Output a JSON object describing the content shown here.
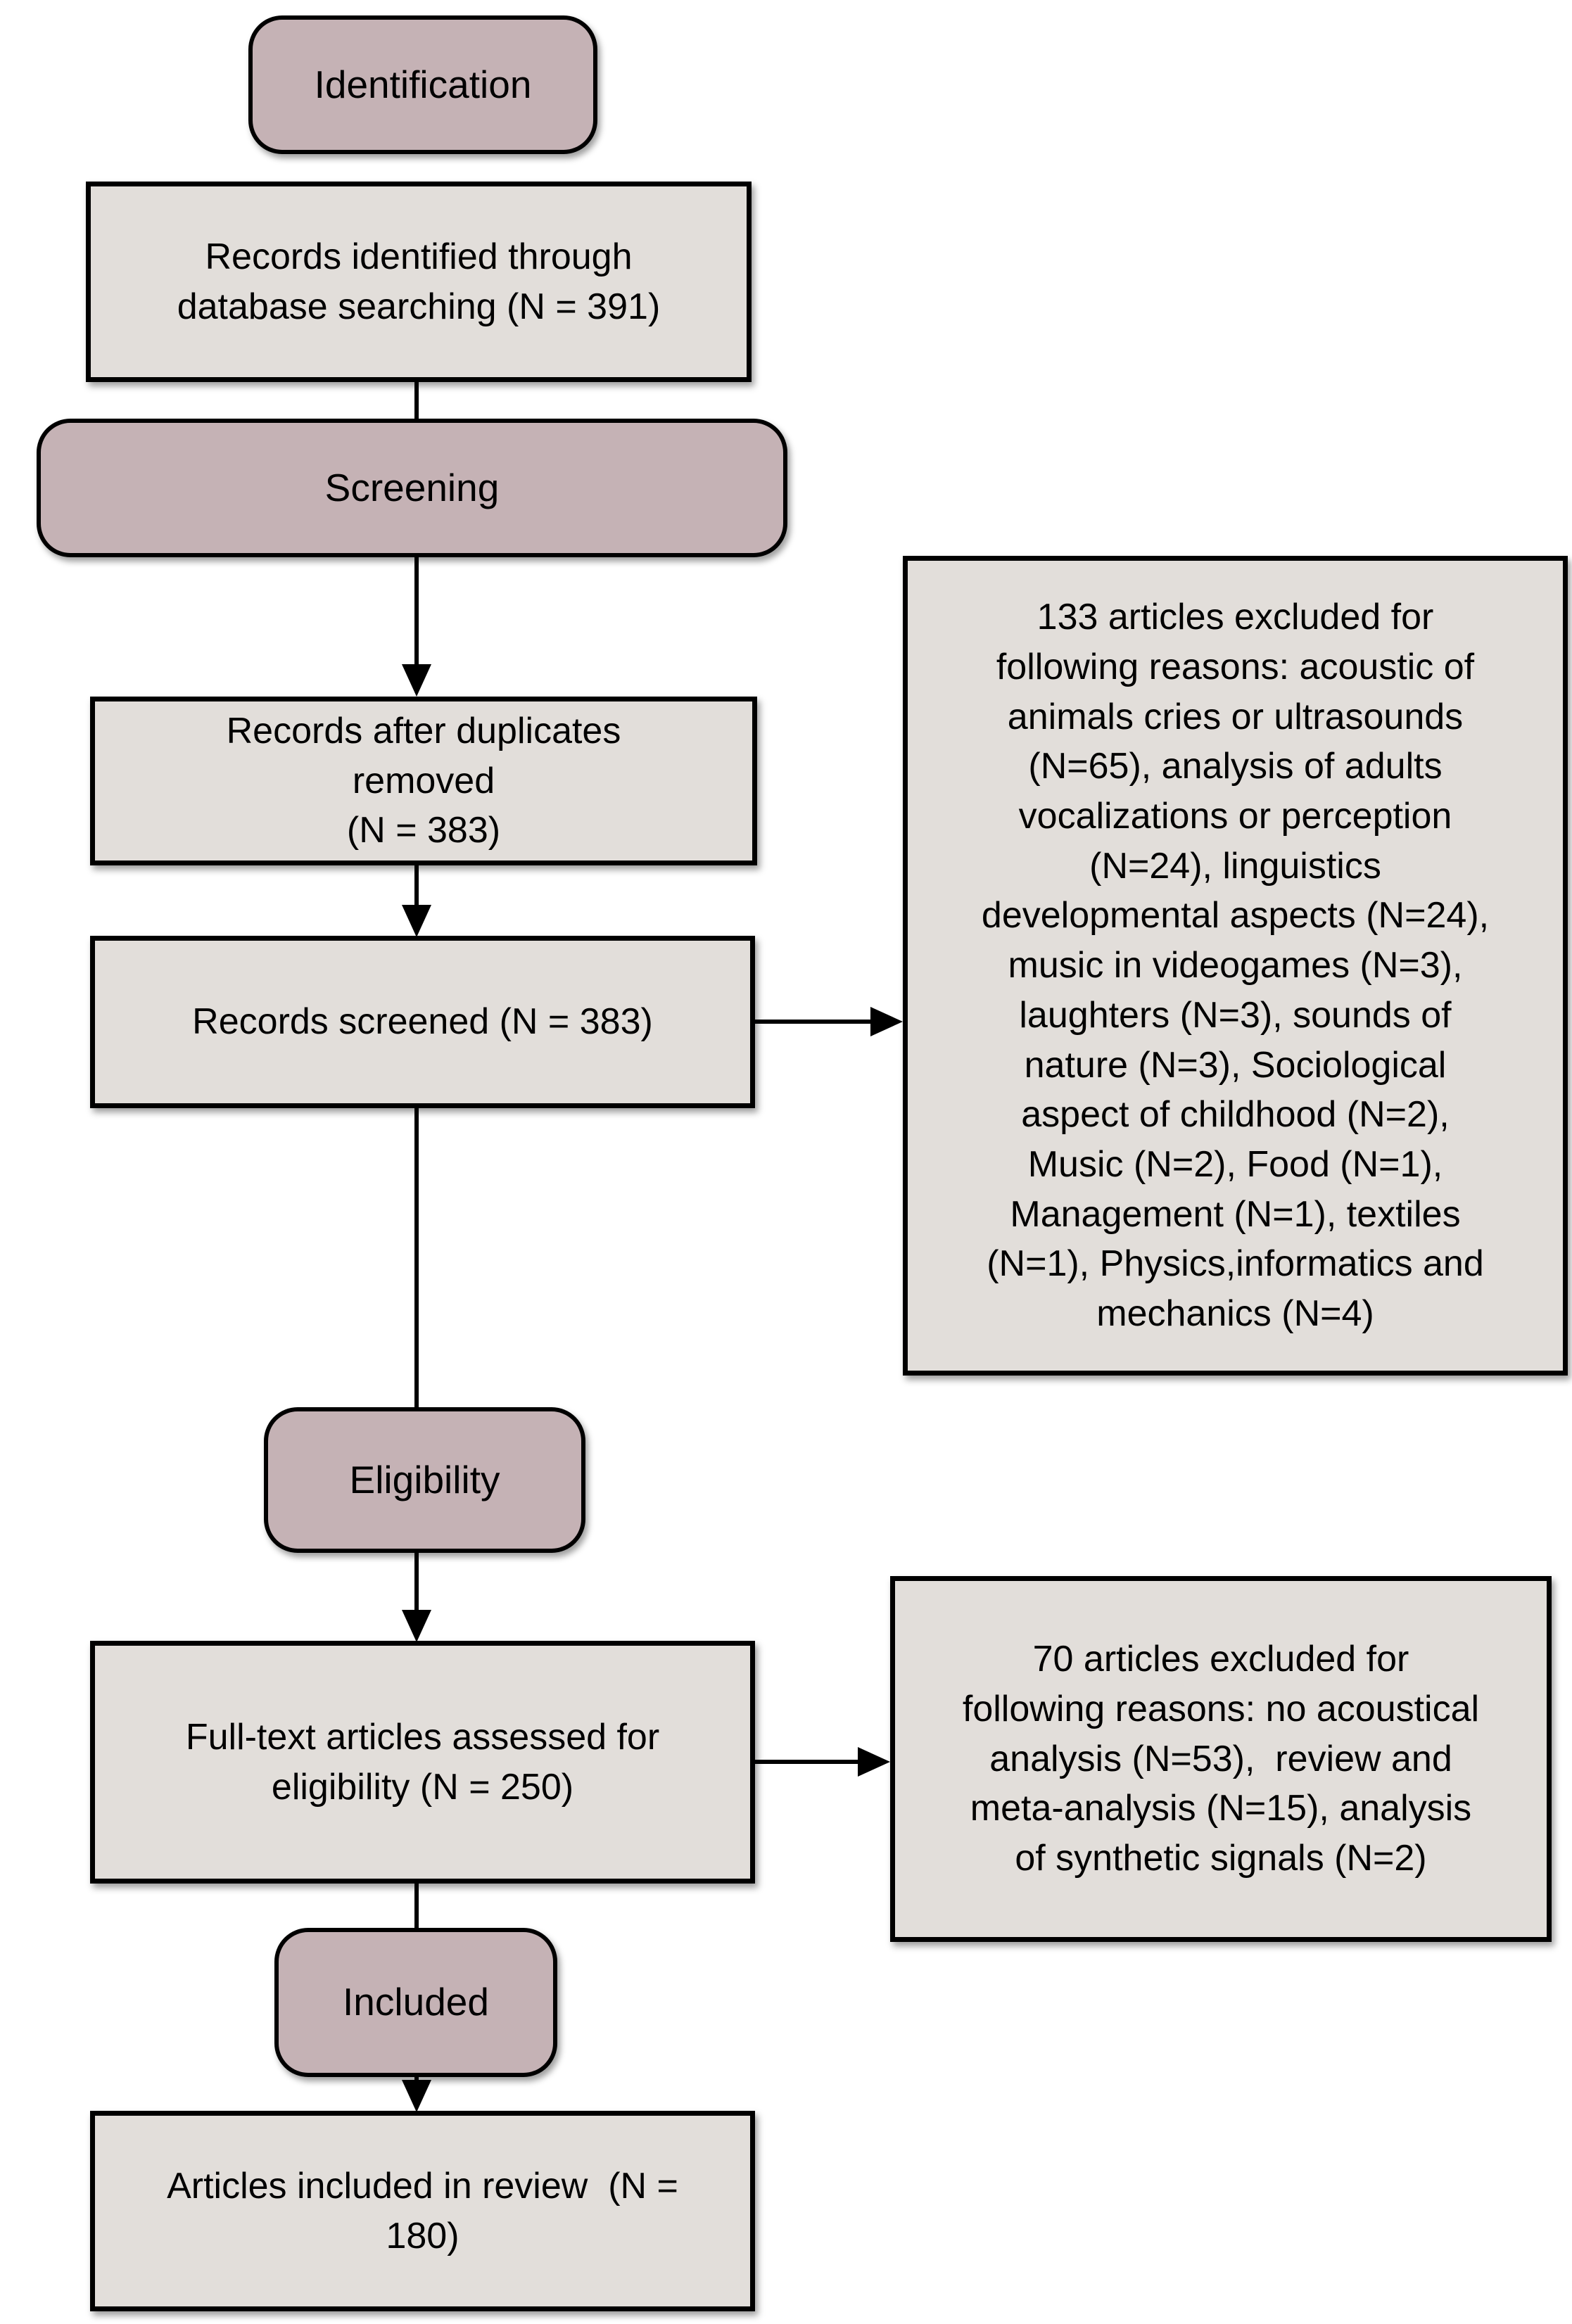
{
  "colors": {
    "stage_fill": "#c5b2b5",
    "box_fill": "#e2deda",
    "border": "#000000",
    "arrow": "#000000",
    "background": "#ffffff"
  },
  "stages": {
    "identification_label": "Identification",
    "screening_label": "Screening",
    "eligibility_label": "Eligibility",
    "included_label": "Included"
  },
  "boxes": {
    "records_identified_text": "Records identified through\ndatabase searching (N = 391)",
    "records_after_duplicates_text": "Records after duplicates\nremoved\n(N = 383)",
    "records_screened_text": "Records screened (N = 383)",
    "excluded_screening_text": "133 articles excluded for\nfollowing reasons: acoustic of\nanimals cries or ultrasounds\n(N=65), analysis of adults\nvocalizations or perception\n(N=24), linguistics\ndevelopmental aspects (N=24),\nmusic in videogames (N=3),\nlaughters (N=3), sounds of\nnature (N=3), Sociological\naspect of childhood (N=2),\nMusic (N=2), Food (N=1),\nManagement (N=1), textiles\n(N=1), Physics,informatics and\nmechanics (N=4)",
    "fulltext_assessed_text": "Full-text articles assessed for\neligibility (N = 250)",
    "excluded_eligibility_text": "70 articles excluded for\nfollowing reasons: no acoustical\nanalysis (N=53),  review and\nmeta-analysis (N=15), analysis\nof synthetic signals (N=2)",
    "articles_included_text": "Articles included in review  (N =\n180)"
  },
  "counts": {
    "records_identified": 391,
    "records_after_duplicates": 383,
    "records_screened": 383,
    "excluded_at_screening": 133,
    "fulltext_assessed": 250,
    "excluded_at_eligibility": 70,
    "articles_included": 180
  }
}
